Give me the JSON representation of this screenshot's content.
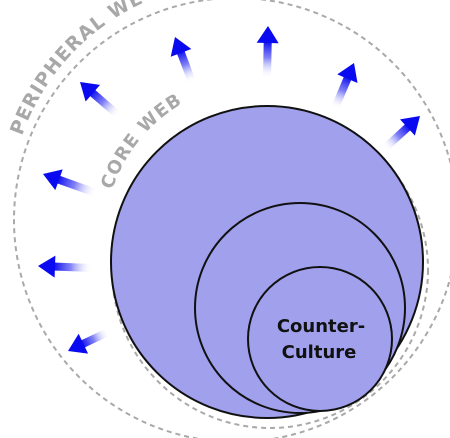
{
  "labels": {
    "peripheral": "PERIPHERAL WEB",
    "core": "CORE WEB",
    "center_line1": "Counter-",
    "center_line2": "Culture"
  },
  "colors": {
    "outer_ring": "#a9a9a9",
    "core_ring": "#a9a9a9",
    "circle_fill": "#a0a0ec",
    "circle_stroke": "#111111",
    "arrow_blue": "#0a0af0",
    "label_gray": "#a8a8a8"
  },
  "icons": {
    "arrow": "outward-arrow-icon"
  }
}
